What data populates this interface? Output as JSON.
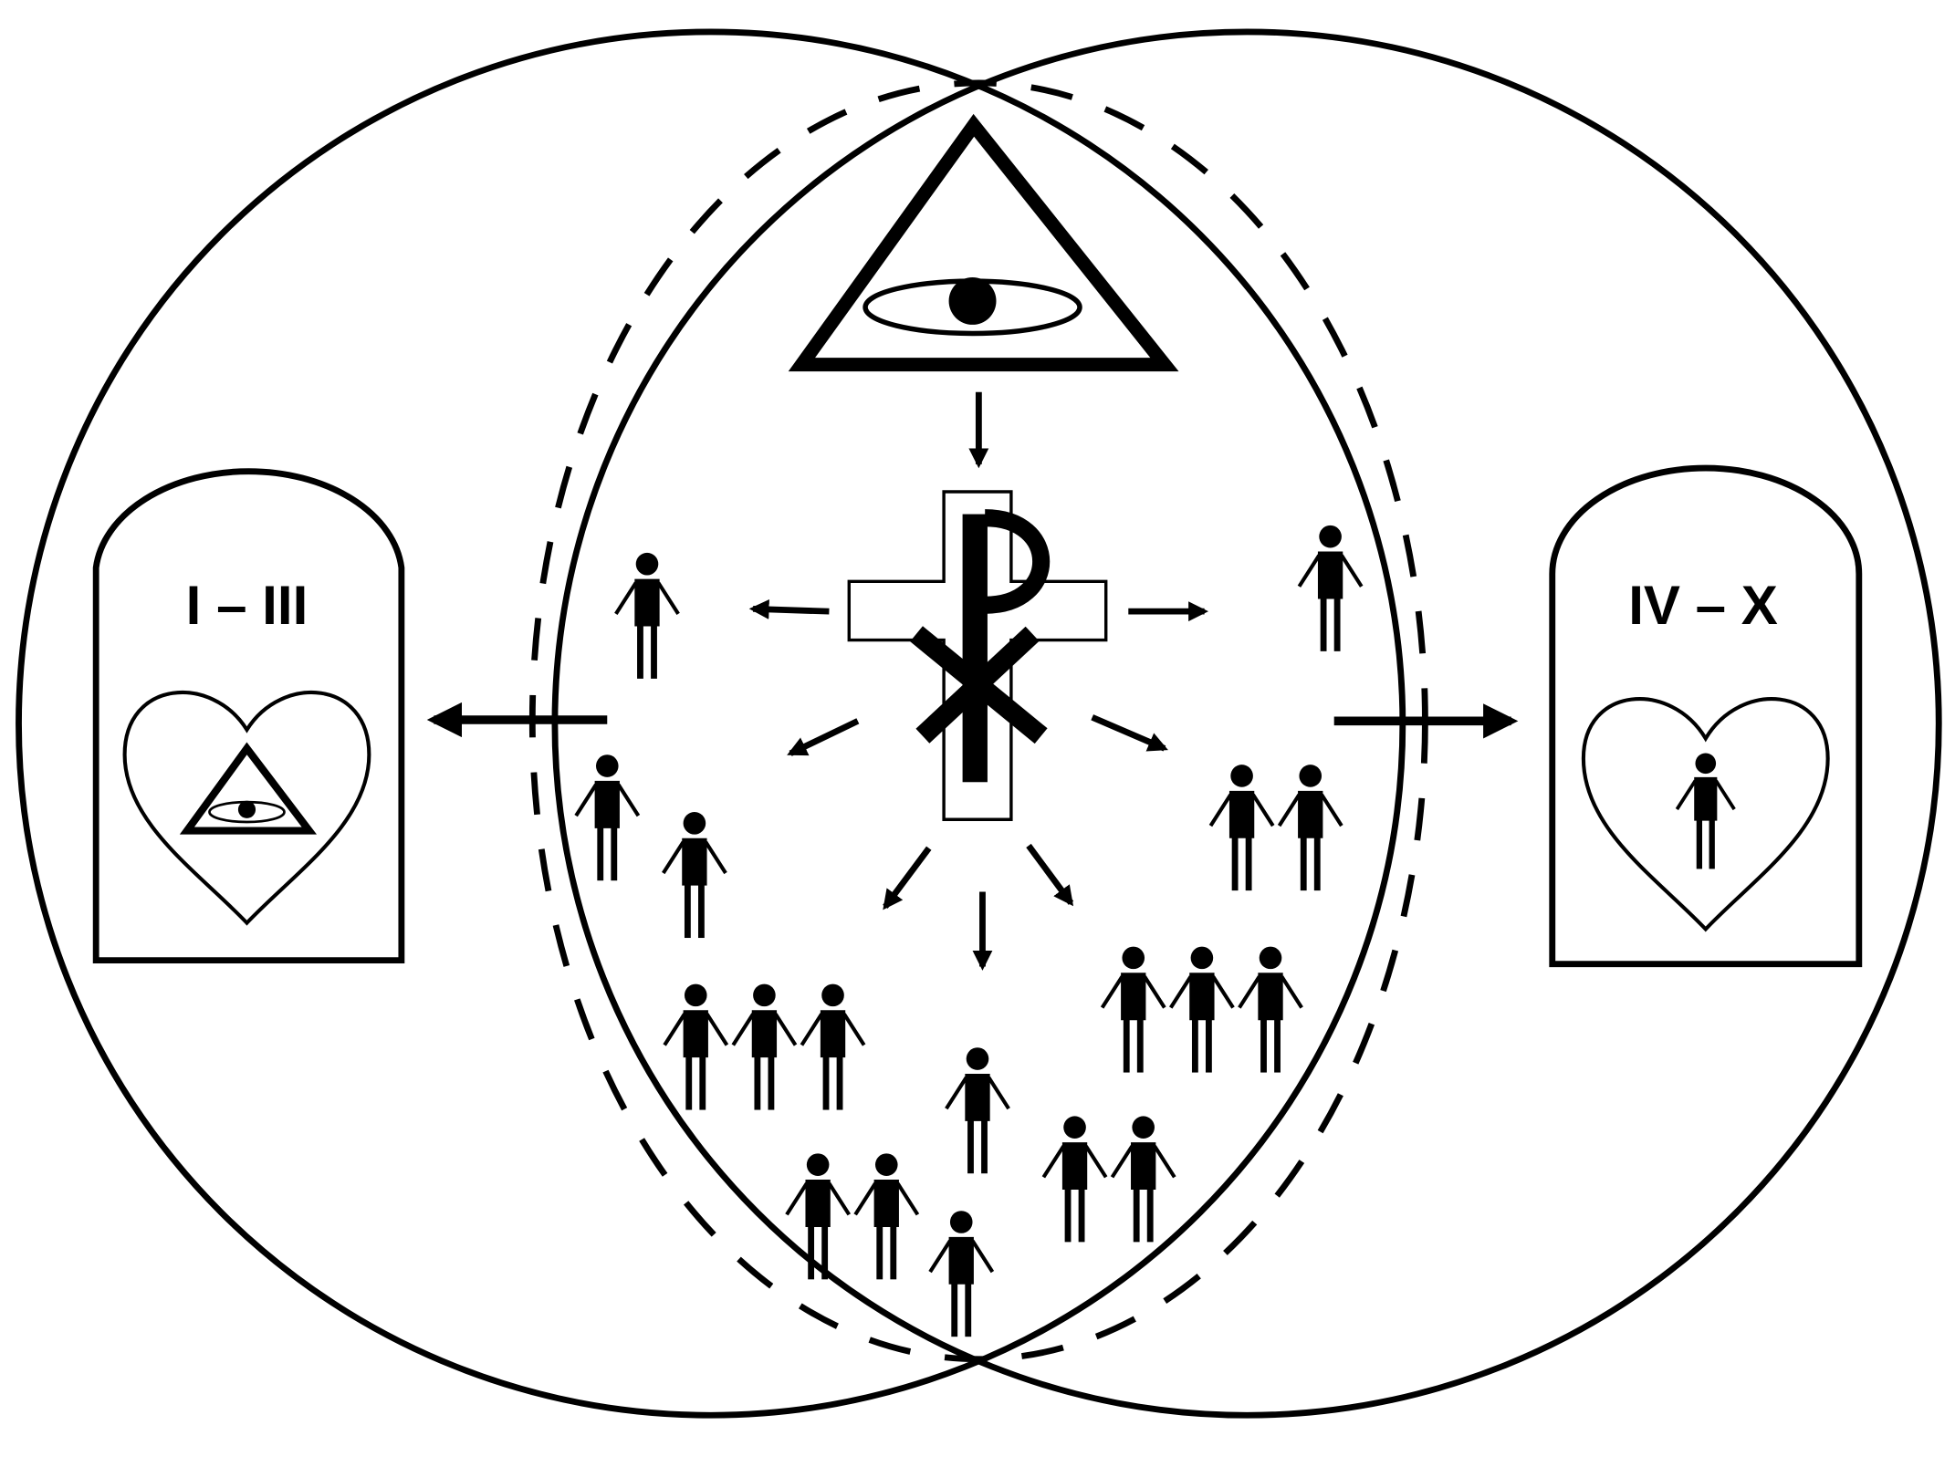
{
  "tablets": {
    "left": {
      "label": "I – III",
      "heart_content": "eye-in-triangle"
    },
    "right": {
      "label": "IV – X",
      "heart_content": "person"
    }
  },
  "center": {
    "top_symbol": "eye-of-providence",
    "middle_symbol": "chi-rho-cross"
  },
  "colors": {
    "ink": "#000000",
    "background": "#ffffff"
  },
  "people_groups": {
    "singles": 6,
    "pairs": 3,
    "triples": 2
  }
}
